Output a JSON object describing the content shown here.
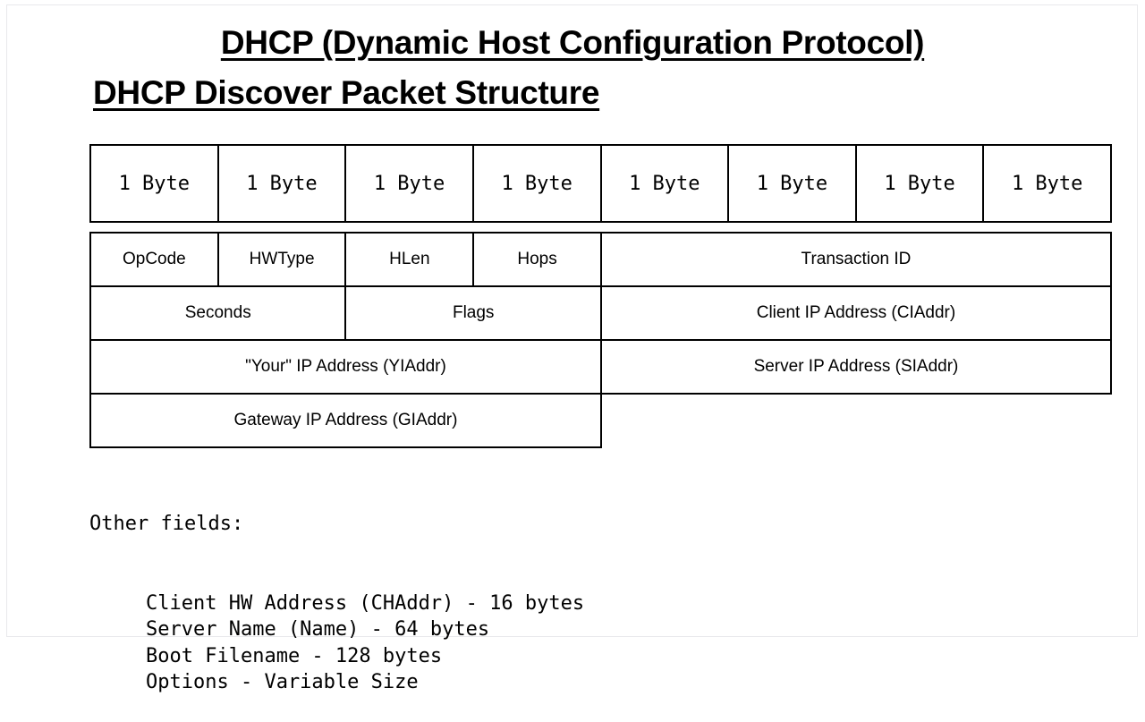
{
  "slide": {
    "title_main": "DHCP (Dynamic Host Configuration Protocol)",
    "title_sub": "DHCP Discover Packet Structure"
  },
  "diagram": {
    "byte_ruler": {
      "cells": [
        {
          "label": "1 Byte"
        },
        {
          "label": "1 Byte"
        },
        {
          "label": "1 Byte"
        },
        {
          "label": "1 Byte"
        },
        {
          "label": "1 Byte"
        },
        {
          "label": "1 Byte"
        },
        {
          "label": "1 Byte"
        },
        {
          "label": "1 Byte"
        }
      ]
    },
    "rows": [
      {
        "cells": [
          {
            "label": "OpCode",
            "span": 1
          },
          {
            "label": "HWType",
            "span": 1
          },
          {
            "label": "HLen",
            "span": 1
          },
          {
            "label": "Hops",
            "span": 1
          },
          {
            "label": "Transaction ID",
            "span": 4
          }
        ]
      },
      {
        "cells": [
          {
            "label": "Seconds",
            "span": 2
          },
          {
            "label": "Flags",
            "span": 2
          },
          {
            "label": "Client IP Address (CIAddr)",
            "span": 4
          }
        ]
      },
      {
        "cells": [
          {
            "label": "\"Your\" IP Address (YIAddr)",
            "span": 4
          },
          {
            "label": "Server IP Address (SIAddr)",
            "span": 4
          }
        ]
      },
      {
        "cells": [
          {
            "label": "Gateway IP Address (GIAddr)",
            "span": 4
          },
          {
            "label": "",
            "span": 4,
            "empty": true
          }
        ]
      }
    ]
  },
  "other_fields": {
    "heading": "Other fields:",
    "items": [
      "Client HW Address (CHAddr) - 16 bytes",
      "Server Name (Name) - 64 bytes",
      "Boot Filename - 128 bytes",
      "Options - Variable Size"
    ]
  },
  "colors": {
    "background": "#ffffff",
    "ink": "#000000",
    "frame": "#e9e9ec"
  }
}
